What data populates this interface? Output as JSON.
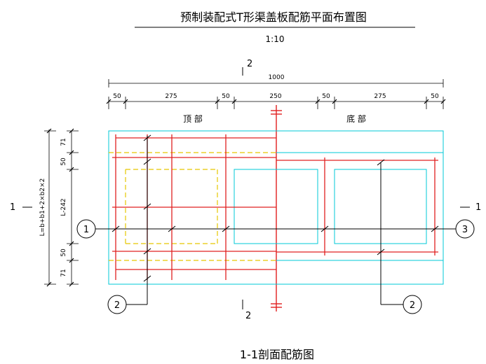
{
  "title": "预制装配式T形渠盖板配筋平面布置图",
  "scale": "1:10",
  "caption": "1-1剖面配筋图",
  "overall_dim": "1000",
  "top_dims": [
    "50",
    "275",
    "50",
    "250",
    "50",
    "275",
    "50"
  ],
  "left_dims": [
    "71",
    "50",
    "L-242",
    "50",
    "71"
  ],
  "left_total": "L=b+b1+2×b2×2",
  "regions": {
    "top": "顶 部",
    "bottom": "底 部"
  },
  "section_marks": {
    "left": "1",
    "right": "1",
    "top_num": "2",
    "bottom_num": "2"
  },
  "bubbles": [
    "1",
    "2",
    "2",
    "3"
  ],
  "colors": {
    "outline": "#00c8d7",
    "rebar": "#e02020",
    "dashed": "#e6c800",
    "line": "#000000"
  }
}
